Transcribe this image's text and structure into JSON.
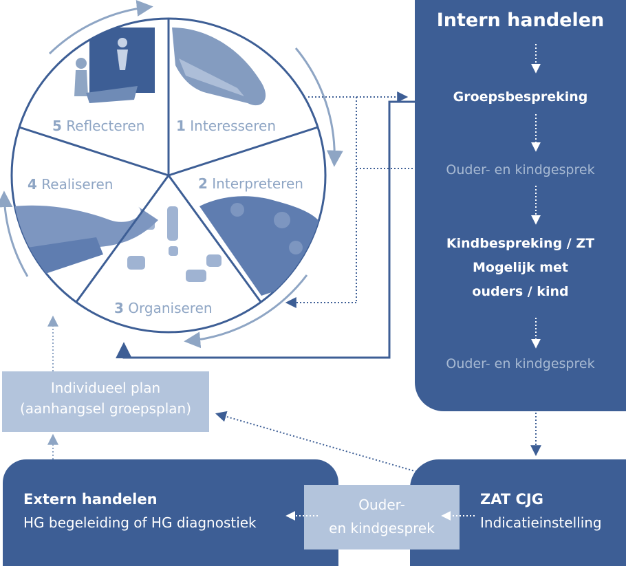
{
  "colors": {
    "dark_blue": "#3d5e95",
    "light_blue": "#b3c4dc",
    "muted_text": "#a8bad3",
    "segment_text": "#8ea5c4",
    "white": "#ffffff"
  },
  "cycle": {
    "phases": [
      {
        "num": "1",
        "label": "Interesseren",
        "icon": "hand-pointing-icon"
      },
      {
        "num": "2",
        "label": "Interpreteren",
        "icon": "puzzle-icon"
      },
      {
        "num": "3",
        "label": "Organiseren",
        "icon": "exclamation-puzzle-icon"
      },
      {
        "num": "4",
        "label": "Realiseren",
        "icon": "hands-icon"
      },
      {
        "num": "5",
        "label": "Reflecteren",
        "icon": "people-figures-icon"
      }
    ]
  },
  "intern": {
    "title": "Intern handelen",
    "steps": {
      "groeps": "Groepsbespreking",
      "ouder1": "Ouder- en kindgesprek",
      "kind_l1": "Kindbespreking / ZT",
      "kind_l2": "Mogelijk met",
      "kind_l3": "ouders / kind",
      "ouder2": "Ouder- en kindgesprek"
    }
  },
  "individueel": {
    "line1": "Individueel plan",
    "line2": "(aanhangsel groepsplan)"
  },
  "extern": {
    "title": "Extern handelen",
    "subtitle": "HG begeleiding of HG diagnostiek"
  },
  "middle_box": {
    "line1": "Ouder-",
    "line2": "en kindgesprek"
  },
  "zat": {
    "title": "ZAT CJG",
    "subtitle": "Indicatieinstelling"
  }
}
